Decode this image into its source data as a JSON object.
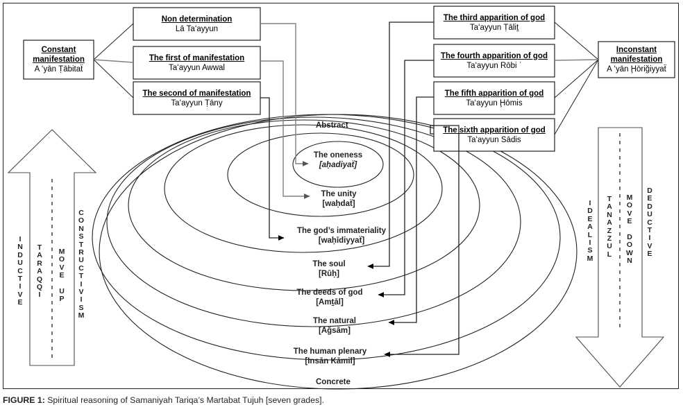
{
  "figure": {
    "caption_label": "FIGURE 1:",
    "caption_text": " Spiritual reasoning of Samaniyah Tariqa’s Martabat Tujuh [seven grades]."
  },
  "colors": {
    "ink": "#231f20",
    "line": "#000000",
    "grey_connector": "#808080"
  },
  "left_anchor": {
    "title": "Constant manifestation",
    "subtitle": "A ʻyān Ṭābitaẗ"
  },
  "right_anchor": {
    "title": "Inconstant manifestation",
    "subtitle": "A ʻyān Ḩōriğiyyaẗ"
  },
  "left_boxes": [
    {
      "title": "Non determination",
      "subtitle": "Lā Taʻayyun"
    },
    {
      "title": "The first of manifestation",
      "subtitle": "Taʻayyun Awwal"
    },
    {
      "title": "The second of manifestation",
      "subtitle": "Taʻayyun Ṭāny"
    }
  ],
  "right_boxes": [
    {
      "title": "The third apparition of god",
      "subtitle": "Taʻayyun Ṭāliṯ"
    },
    {
      "title": "The fourth apparition of god",
      "subtitle": "Taʻayyun Rōbi ʿ"
    },
    {
      "title": "The fifth apparition of god",
      "subtitle": "Taʻayyun Ḩōmis"
    },
    {
      "title": "The sixth apparition of god",
      "subtitle": "Taʻayyun Sādis"
    }
  ],
  "axis": {
    "top": "Abstract",
    "bottom": "Concrete"
  },
  "rings": [
    {
      "name": "The oneness",
      "term": "[aḥadiyaẗ]",
      "italic": true
    },
    {
      "name": "The unity",
      "term": "[waḥdaẗ]",
      "italic": false
    },
    {
      "name": "The god’s immateriality",
      "term": "[waḥīdiyyaẗ]",
      "italic": false
    },
    {
      "name": "The soul",
      "term": "[Rūḥ]",
      "italic": false
    },
    {
      "name": "The deeds of god",
      "term": "[Amṯāl]",
      "italic": false
    },
    {
      "name": "The natural",
      "term": "[Ağsām]",
      "italic": false
    },
    {
      "name": "The human plenary",
      "term": "[Insān Kāmil]",
      "italic": false
    }
  ],
  "left_arrow": {
    "direction": "up",
    "columns": [
      "INDUCTIVE",
      "TARAQQI",
      "MOVE UP",
      "CONSTRUCTIVISM"
    ]
  },
  "right_arrow": {
    "direction": "down",
    "columns": [
      "IDEALISM",
      "TANAZZUL",
      "MOVE DOWN",
      "DEDUCTIVE"
    ]
  }
}
